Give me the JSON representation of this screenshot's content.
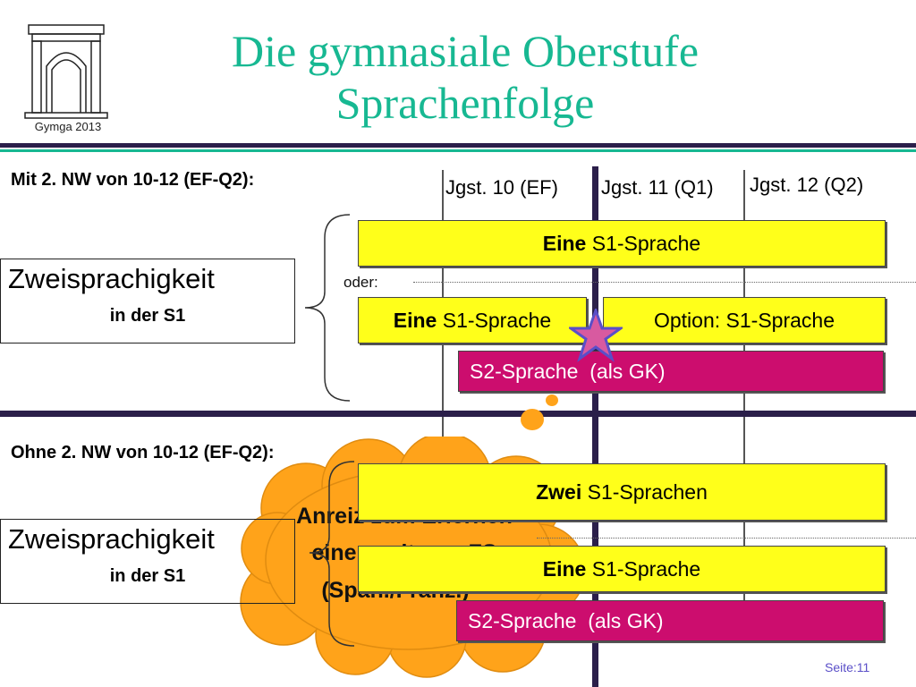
{
  "logo": {
    "caption": "Gymga 2013"
  },
  "title": {
    "line1": "Die gymnasiale Oberstufe",
    "line2": "Sprachenfolge"
  },
  "section1": {
    "heading": "Mit  2. NW von 10-12 (EF-Q2):",
    "oder": "oder:",
    "zweisprachigkeit": {
      "title": "Zweisprachigkeit",
      "subtitle": "in der S1"
    },
    "bar1": {
      "bold": "Eine",
      "text": " S1-Sprache"
    },
    "bar2": {
      "bold": "Eine",
      "text": " S1-Sprache"
    },
    "bar3": {
      "text": "Option: S1-Sprache"
    },
    "bar4": {
      "text": "S2-Sprache  (als GK)"
    }
  },
  "columns": [
    "Jgst. 10 (EF)",
    "Jgst. 11 (Q1)",
    "Jgst. 12 (Q2)"
  ],
  "section2": {
    "heading": "Ohne 2. NW von 10-12 (EF-Q2):",
    "zweisprachigkeit": {
      "title": "Zweisprachigkeit",
      "subtitle": "in der S1"
    },
    "cloud_line1": "Anreiz zum Erlernen",
    "cloud_line2": "einer weiteren FS",
    "cloud_line3": "(Span./Franz.)",
    "bar1": {
      "bold": "Zwei",
      "text": " S1-Sprachen"
    },
    "bar2": {
      "bold": "Eine",
      "text": " S1-Sprache"
    },
    "bar3": {
      "text": "S2-Sprache  (als GK)"
    }
  },
  "footer": {
    "page": "Seite:11"
  },
  "colors": {
    "title": "#17b892",
    "yellow": "#ffff1a",
    "magenta": "#cc0d6e",
    "cloud": "#ffa31a",
    "divider": "#2b1f4a"
  }
}
